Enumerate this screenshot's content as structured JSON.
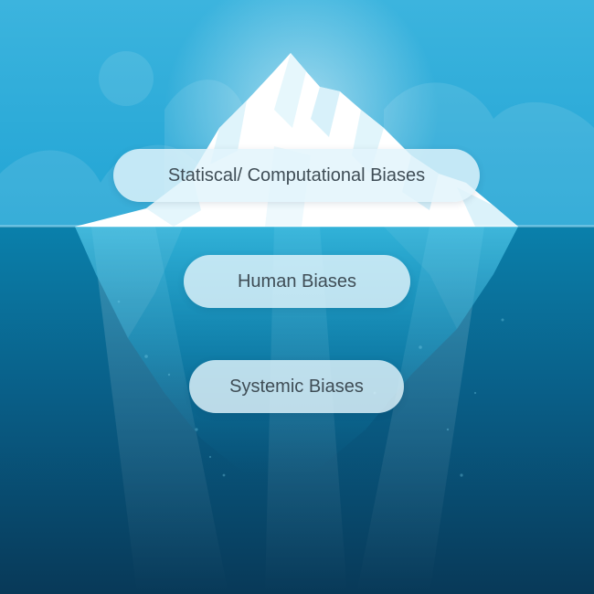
{
  "diagram": {
    "layers": [
      {
        "label": "Statiscal/ Computational Biases",
        "zone": "above-water"
      },
      {
        "label": "Human Biases",
        "zone": "below-water"
      },
      {
        "label": "Systemic Biases",
        "zone": "below-water"
      }
    ]
  },
  "colors": {
    "sky_top": "#3fb6df",
    "sky_bottom": "#1aa1d1",
    "water_top": "#0b82ad",
    "water_bottom": "#083a5a",
    "ice": "#ffffff",
    "ice_shadow": "#cdeef9",
    "label_bg": "#e2f4fb",
    "label_text": "#3f4d56"
  }
}
